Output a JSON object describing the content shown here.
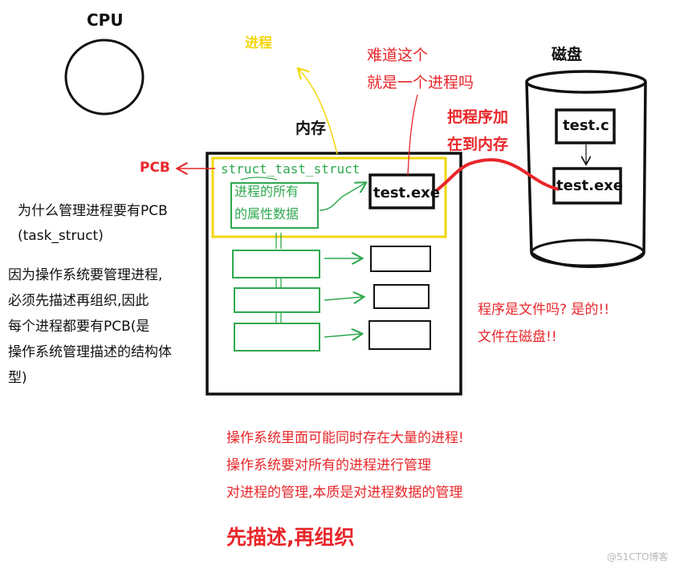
{
  "labels": {
    "cpu": "CPU",
    "process_top": "进程",
    "question_line1": "难道这个",
    "question_line2": "就是一个进程吗",
    "disk": "磁盘",
    "memory": "内存",
    "load_line1": "把程序加",
    "load_line2": "在到内存",
    "pcb": "PCB",
    "struct_name": "struct_tast_struct",
    "attr_line1": "进程的所有",
    "attr_line2": "的属性数据",
    "exe_in_memory": "test.exe",
    "disk_source": "test.c",
    "disk_exe": "test.exe",
    "why_line1": "为什么管理进程要有PCB",
    "why_line2": "(task_struct)",
    "reason_line1": "因为操作系统要管理进程,",
    "reason_line2": "必须先描述再组织,因此",
    "reason_line3": "每个进程都要有PCB(是",
    "reason_line4": "操作系统管理描述的结构体",
    "reason_line5": "型)",
    "file_q_line1": "程序是文件吗? 是的!!",
    "file_q_line2": "文件在磁盘!!",
    "note_line1": "操作系统里面可能同时存在大量的进程!",
    "note_line2": "操作系统要对所有的进程进行管理",
    "note_line3": "对进程的管理,本质是对进程数据的管理",
    "motto": "先描述,再组织",
    "watermark": "@51CTO博客"
  },
  "colors": {
    "red": "#e8262a",
    "yellow": "#f2d60a",
    "green": "#2fa84f",
    "black": "#111111"
  }
}
